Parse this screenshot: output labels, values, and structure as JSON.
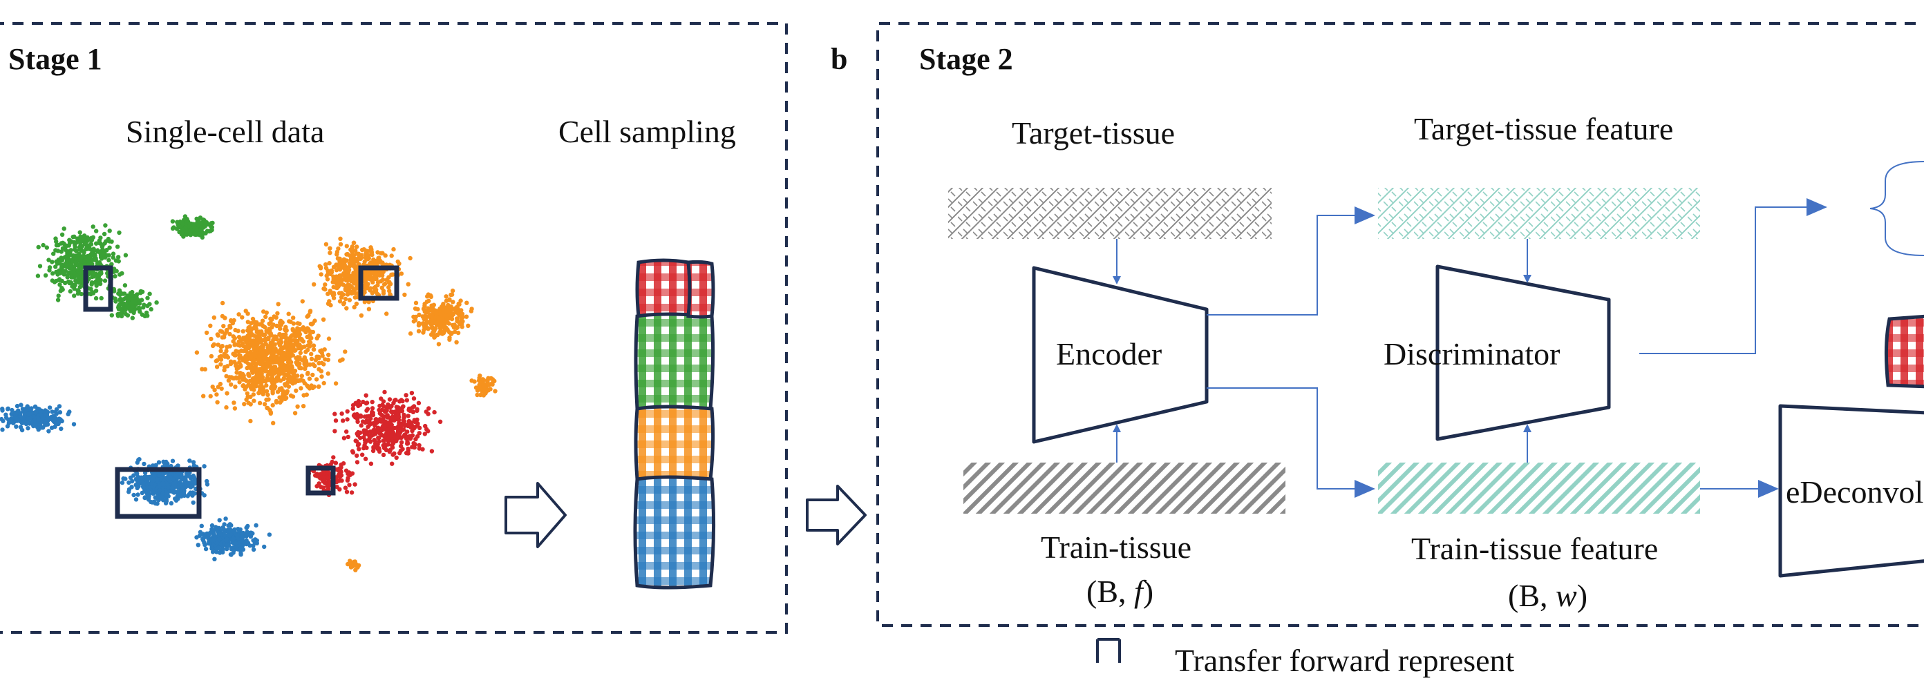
{
  "stage1": {
    "title": "Stage 1",
    "scatter_label": "Single-cell data",
    "sampling_label": "Cell sampling"
  },
  "panel_b": {
    "letter": "b"
  },
  "stage2": {
    "title": "Stage 2",
    "target_tissue": "Target-tissue",
    "target_feature": "Target-tissue feature",
    "encoder": "Encoder",
    "discriminator": "Discriminator",
    "train_tissue": "Train-tissue",
    "train_tissue_dims": {
      "open": "(B, ",
      "var": "f",
      "close": ")"
    },
    "train_feature": "Train-tissue feature",
    "train_feature_dims": {
      "open": "(B, ",
      "var": "w",
      "close": ")"
    },
    "deconv": "eDeconvol"
  },
  "bottom_legend": {
    "label": "Transfer forward represent"
  },
  "colors": {
    "frame": "#1f2d4d",
    "arrow": "#4472c4",
    "green": "#3aa135",
    "orange": "#f6921e",
    "red": "#d7262b",
    "blue": "#2a7bbf",
    "teal": "#93d2c5",
    "gray": "#8a8a8a"
  }
}
